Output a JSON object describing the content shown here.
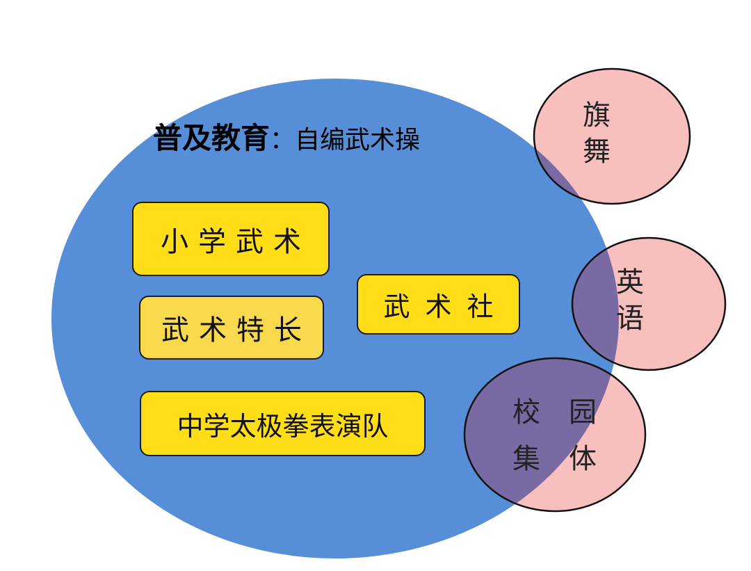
{
  "heading": {
    "main": "普及教育",
    "separator": "：",
    "sub": "自编武术操"
  },
  "boxes": {
    "primary_wushu": "小学武术",
    "wushu_specialty": "武术特长",
    "wushu_club": "武术社",
    "taiji_team": "中学太极拳表演队"
  },
  "circles": {
    "flag_dance": {
      "line1": "旗",
      "line2": "舞"
    },
    "english": {
      "line1": "英",
      "line2": "语"
    },
    "campus": {
      "c1": "校",
      "c2": "园",
      "c3": "集",
      "c4": "体"
    }
  },
  "colors": {
    "big_circle": "#568ed7",
    "small_circle": "#f8bfbf",
    "overlap": "#7a6aa4",
    "box_bright": "#ffde17",
    "box_pale": "#f8d94e"
  }
}
